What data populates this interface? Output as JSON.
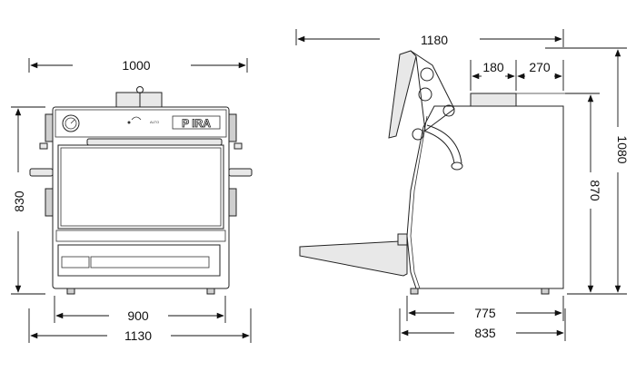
{
  "front_view": {
    "dims": {
      "top_width": "1000",
      "height": "830",
      "bottom_inner_width": "900",
      "bottom_outer_width": "1130"
    },
    "logo_text": "P IRA",
    "knob_text": "ALTO"
  },
  "side_view": {
    "dims": {
      "total_depth": "1180",
      "chimney_width": "180",
      "chimney_offset": "270",
      "total_height": "1080",
      "body_height": "870",
      "body_depth": "775",
      "base_depth": "835"
    }
  }
}
